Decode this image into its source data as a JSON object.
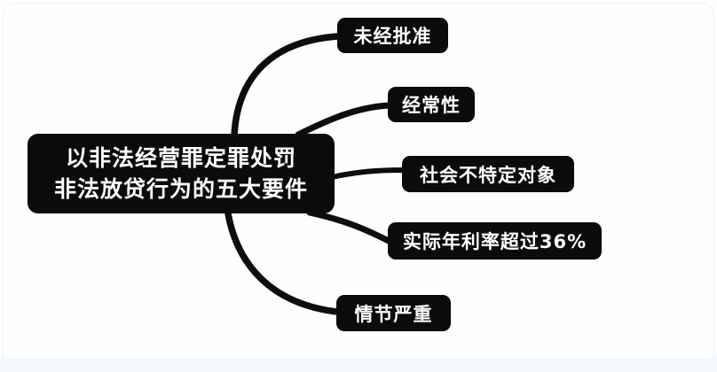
{
  "diagram": {
    "type": "mindmap",
    "root": {
      "label_line1": "以非法经营罪定罪处罚",
      "label_line2": "非法放贷行为的五大要件"
    },
    "branches": [
      {
        "label": "未经批准"
      },
      {
        "label": "经常性"
      },
      {
        "label": "社会不特定对象"
      },
      {
        "label": "实际年利率超过36%"
      },
      {
        "label": "情节严重"
      }
    ],
    "colors": {
      "node_background": "#0b0b0d",
      "node_text": "#ffffff",
      "connector": "#0d0d0f",
      "background": "#fdfefe"
    }
  }
}
